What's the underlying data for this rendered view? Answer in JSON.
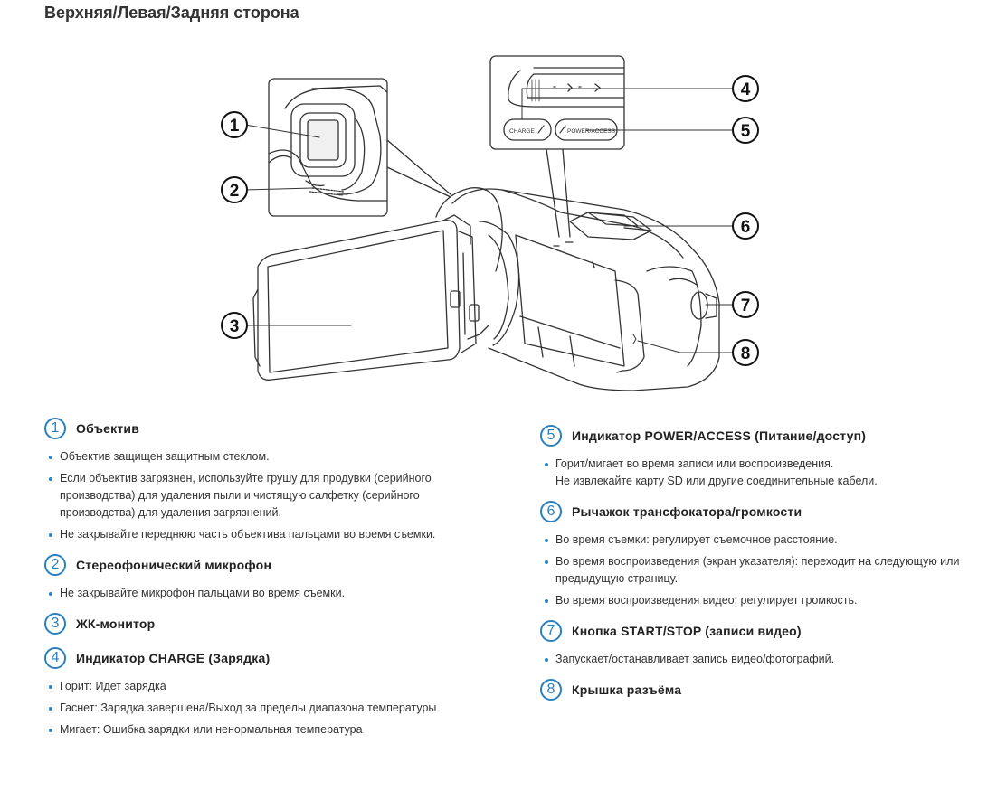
{
  "page": {
    "title": "Верхняя/Левая/Задняя сторона"
  },
  "diagram": {
    "callouts": [
      "1",
      "2",
      "3",
      "4",
      "5",
      "6",
      "7",
      "8"
    ],
    "detail_labels": {
      "charge": "CHARGE",
      "power_access": "POWER/ACCESS"
    }
  },
  "sections": [
    {
      "number": "1",
      "title": "Объектив",
      "bullets": [
        "Объектив защищен защитным стеклом.",
        "Если объектив загрязнен, используйте грушу для продувки (серийного производства) для удаления пыли и чистящую салфетку (серийного производства) для удаления загрязнений.",
        "Не закрывайте переднюю часть объектива пальцами во время съемки."
      ]
    },
    {
      "number": "2",
      "title": "Стереофонический микрофон",
      "bullets": [
        "Не закрывайте микрофон пальцами во время съемки."
      ]
    },
    {
      "number": "3",
      "title": "ЖК-монитор",
      "bullets": []
    },
    {
      "number": "4",
      "title": "Индикатор CHARGE (Зарядка)",
      "bullets": [
        "Горит: Идет зарядка",
        "Гаснет: Зарядка завершена/Выход за пределы диапазона температуры",
        "Мигает: Ошибка зарядки или ненормальная температура"
      ]
    },
    {
      "number": "5",
      "title": "Индикатор POWER/ACCESS (Питание/доступ)",
      "bullets": [
        "Горит/мигает во время записи или воспроизведения.",
        "Не извлекайте карту SD или другие соединительные кабели."
      ]
    },
    {
      "number": "6",
      "title": "Рычажок трансфокатора/громкости",
      "bullets": [
        "Во время съемки: регулирует съемочное расстояние.",
        "Во время воспроизведения (экран указателя): переходит на следующую или предыдущую страницу.",
        "Во время воспроизведения видео: регулирует громкость."
      ]
    },
    {
      "number": "7",
      "title": "Кнопка START/STOP (записи видео)",
      "bullets": [
        "Запускает/останавливает запись видео/фотографий."
      ]
    },
    {
      "number": "8",
      "title": "Крышка разъёма",
      "bullets": []
    }
  ]
}
